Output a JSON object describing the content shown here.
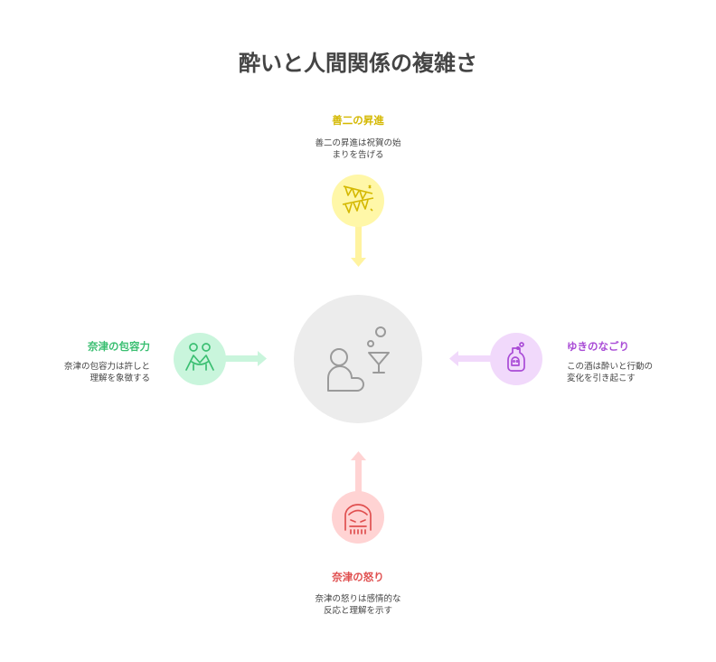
{
  "title": "酔いと人間関係の複雑さ",
  "nodes": {
    "top": {
      "label": "善二の昇進",
      "desc": [
        "善二の昇進は祝賀の始",
        "まりを告げる"
      ],
      "icon": "celebration-bunting-icon",
      "color": "#d4b800",
      "circle_fill": "#fff7a8",
      "arrow_fill": "#fff3a0"
    },
    "left": {
      "label": "奈津の包容力",
      "desc": [
        "奈津の包容力は許しと",
        "理解を象徴する"
      ],
      "icon": "embrace-icon",
      "color": "#3bbf72",
      "circle_fill": "#c9f5dc",
      "arrow_fill": "#c9f5dc"
    },
    "right": {
      "label": "ゆきのなごり",
      "desc": [
        "この酒は酔いと行動の",
        "変化を引き起こす"
      ],
      "icon": "sake-bottle-icon",
      "color": "#a94bd6",
      "circle_fill": "#f1d9fb",
      "arrow_fill": "#f1d9fb"
    },
    "bottom": {
      "label": "奈津の怒り",
      "desc": [
        "奈津の怒りは感情的な",
        "反応と理解を示す"
      ],
      "icon": "angry-face-icon",
      "color": "#e05050",
      "circle_fill": "#ffd3d3",
      "arrow_fill": "#ffd3d3"
    }
  },
  "center": {
    "icon": "person-with-cocktail-icon",
    "circle_fill": "#ececec",
    "stroke": "#9a9a9a"
  }
}
